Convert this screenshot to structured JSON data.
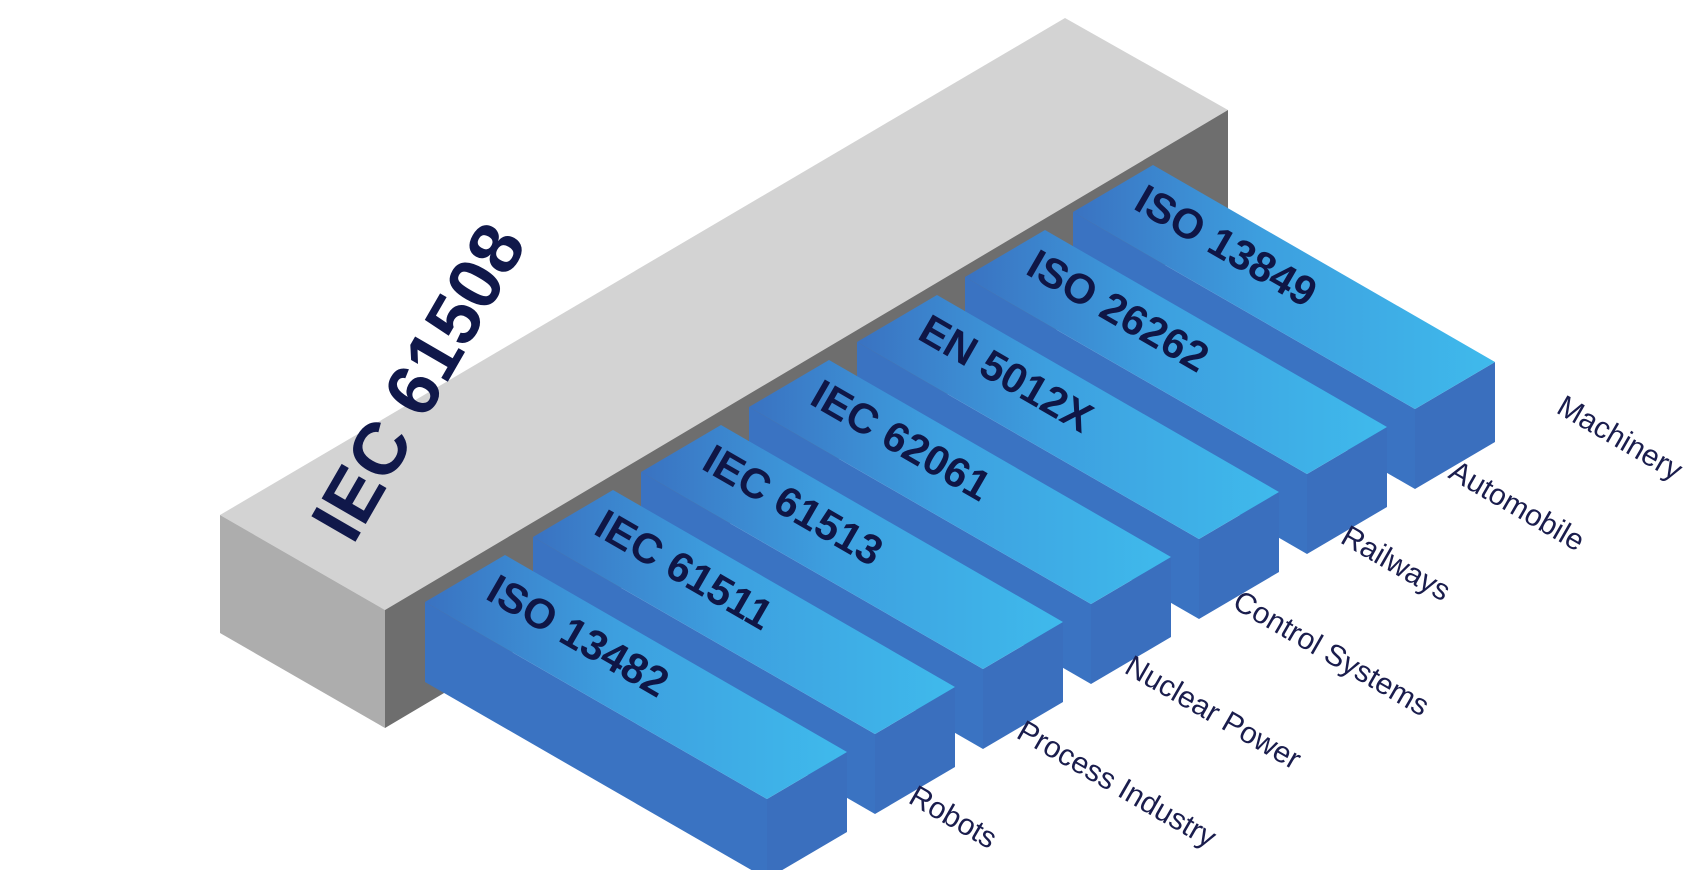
{
  "base_standard": "IEC 61508",
  "derived_standards": [
    {
      "standard": "ISO 13482",
      "domain": "Robots"
    },
    {
      "standard": "IEC 61511",
      "domain": "Process Industry"
    },
    {
      "standard": "IEC 61513",
      "domain": "Nuclear Power"
    },
    {
      "standard": "IEC 62061",
      "domain": "Control Systems"
    },
    {
      "standard": "EN 5012X",
      "domain": "Railways"
    },
    {
      "standard": "ISO 26262",
      "domain": "Automobile"
    },
    {
      "standard": "ISO 13849",
      "domain": "Machinery"
    }
  ],
  "colors": {
    "base_top": "#d3d3d3",
    "base_front": "#adadad",
    "base_side": "#6e6e6e",
    "block_top_light": "#3eb7ea",
    "block_top_dark": "#3a73c2",
    "block_end": "#3a6fbe",
    "text_dark": "#10184a"
  }
}
